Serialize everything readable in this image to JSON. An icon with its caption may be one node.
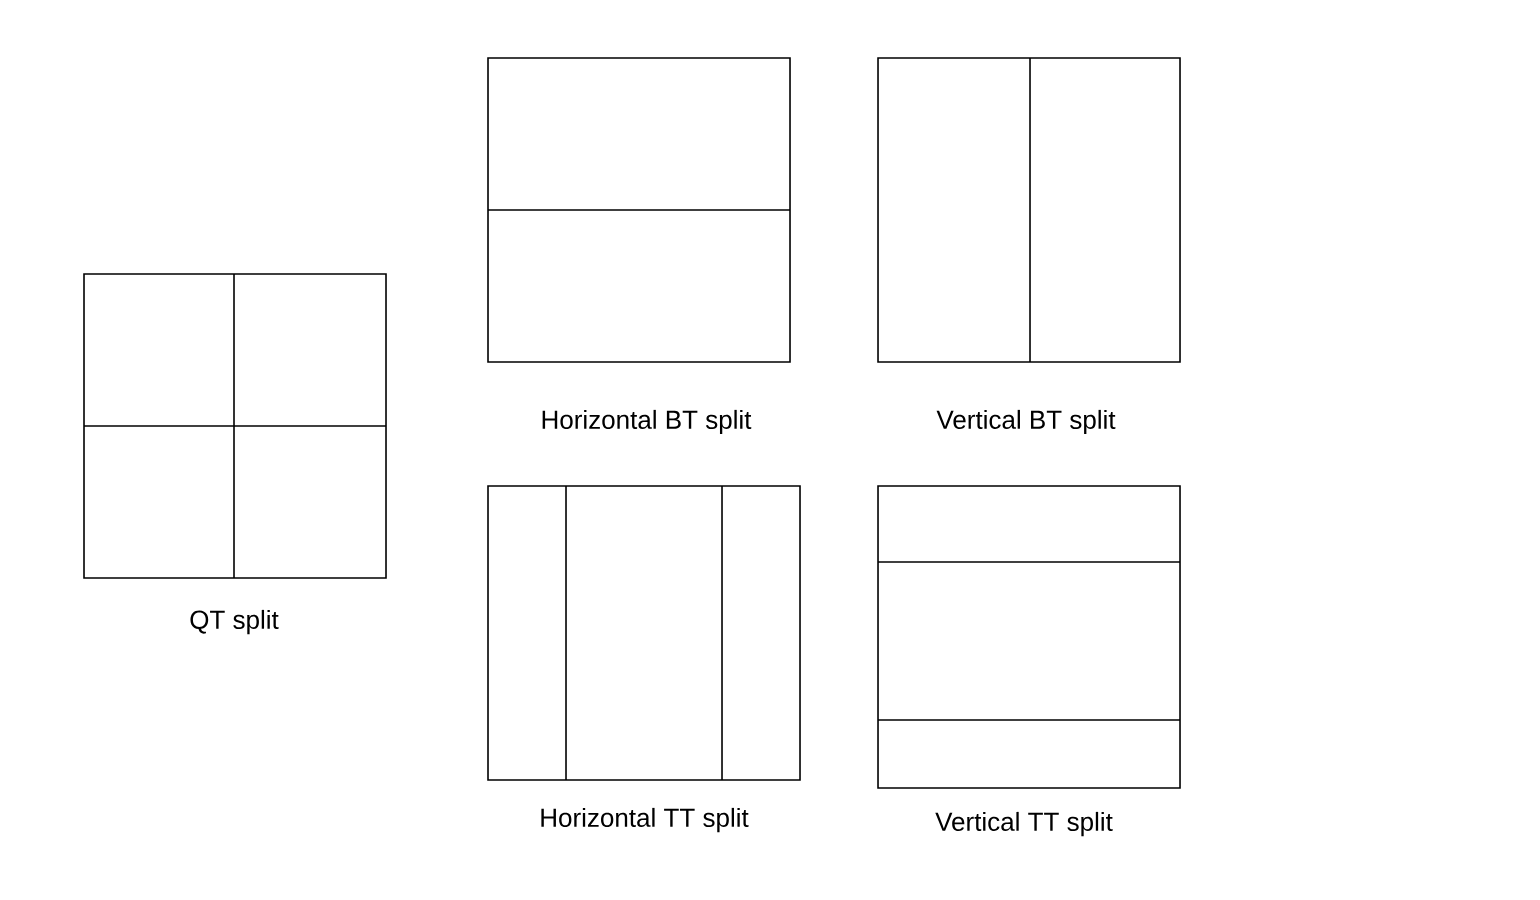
{
  "diagram": {
    "nodes": [
      {
        "text": [],
        "shape": "box",
        "beside": [
          "QT split"
        ]
      },
      {
        "text": [],
        "shape": "box",
        "beside": [
          "Horizontal BT split"
        ]
      },
      {
        "text": [],
        "shape": "box",
        "beside": [
          "Vertical BT split"
        ]
      },
      {
        "text": [],
        "shape": "box",
        "beside": [
          "Horizontal TT split"
        ]
      },
      {
        "text": [],
        "shape": "box",
        "beside": [
          "Vertical TT split"
        ]
      }
    ]
  }
}
